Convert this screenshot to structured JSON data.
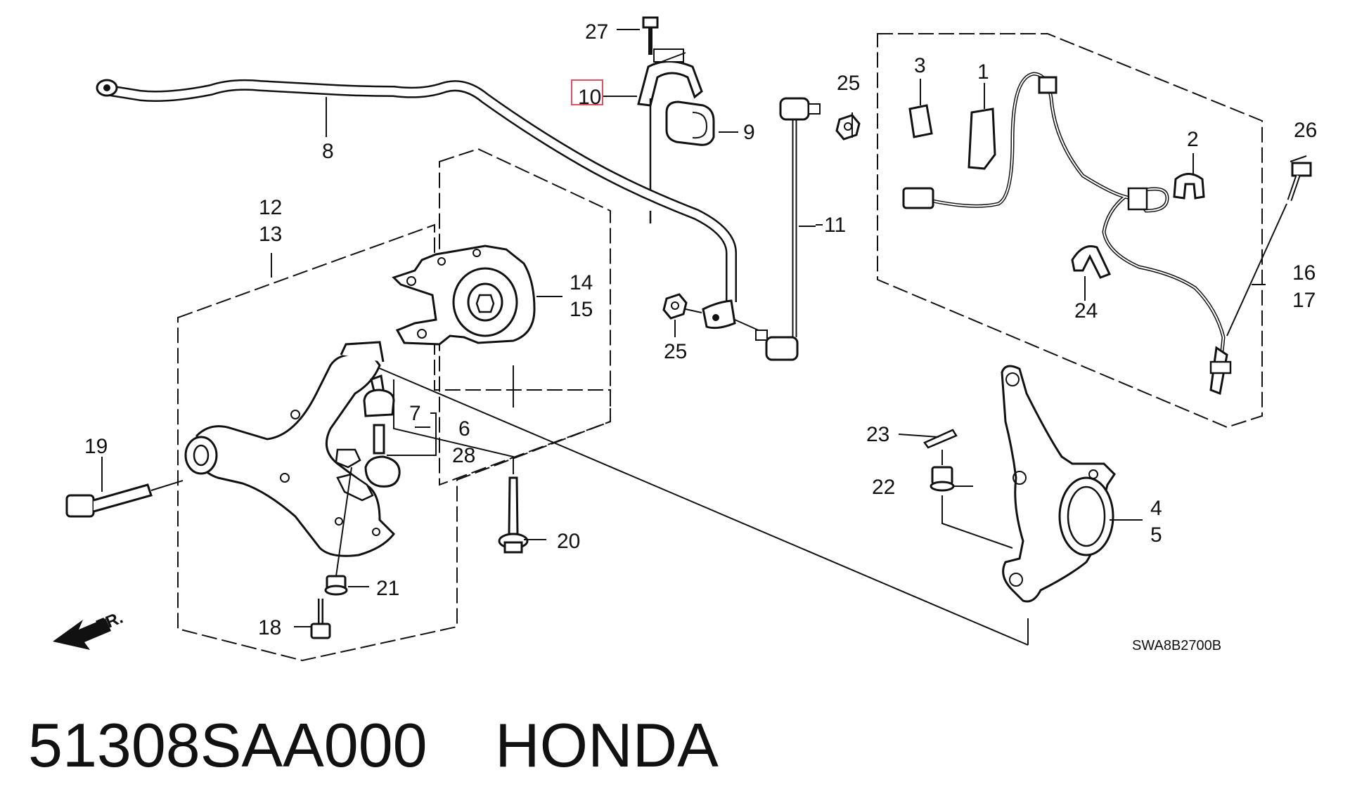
{
  "callouts": {
    "n1": "1",
    "n2": "2",
    "n3": "3",
    "n4": "4",
    "n5": "5",
    "n6": "6",
    "n7": "7",
    "n8": "8",
    "n9": "9",
    "n10": "10",
    "n11": "11",
    "n12": "12",
    "n13": "13",
    "n14": "14",
    "n15": "15",
    "n16": "16",
    "n17": "17",
    "n18": "18",
    "n19": "19",
    "n20": "20",
    "n21": "21",
    "n22": "22",
    "n23": "23",
    "n24": "24",
    "n25a": "25",
    "n25b": "25",
    "n26": "26",
    "n27": "27",
    "n28": "28"
  },
  "direction_label": "FR.",
  "diagram_code": "SWA8B2700B",
  "caption": {
    "part_number": "51308SAA000",
    "brand": "HONDA"
  },
  "colors": {
    "highlight": "#e05060",
    "line": "#111111"
  }
}
